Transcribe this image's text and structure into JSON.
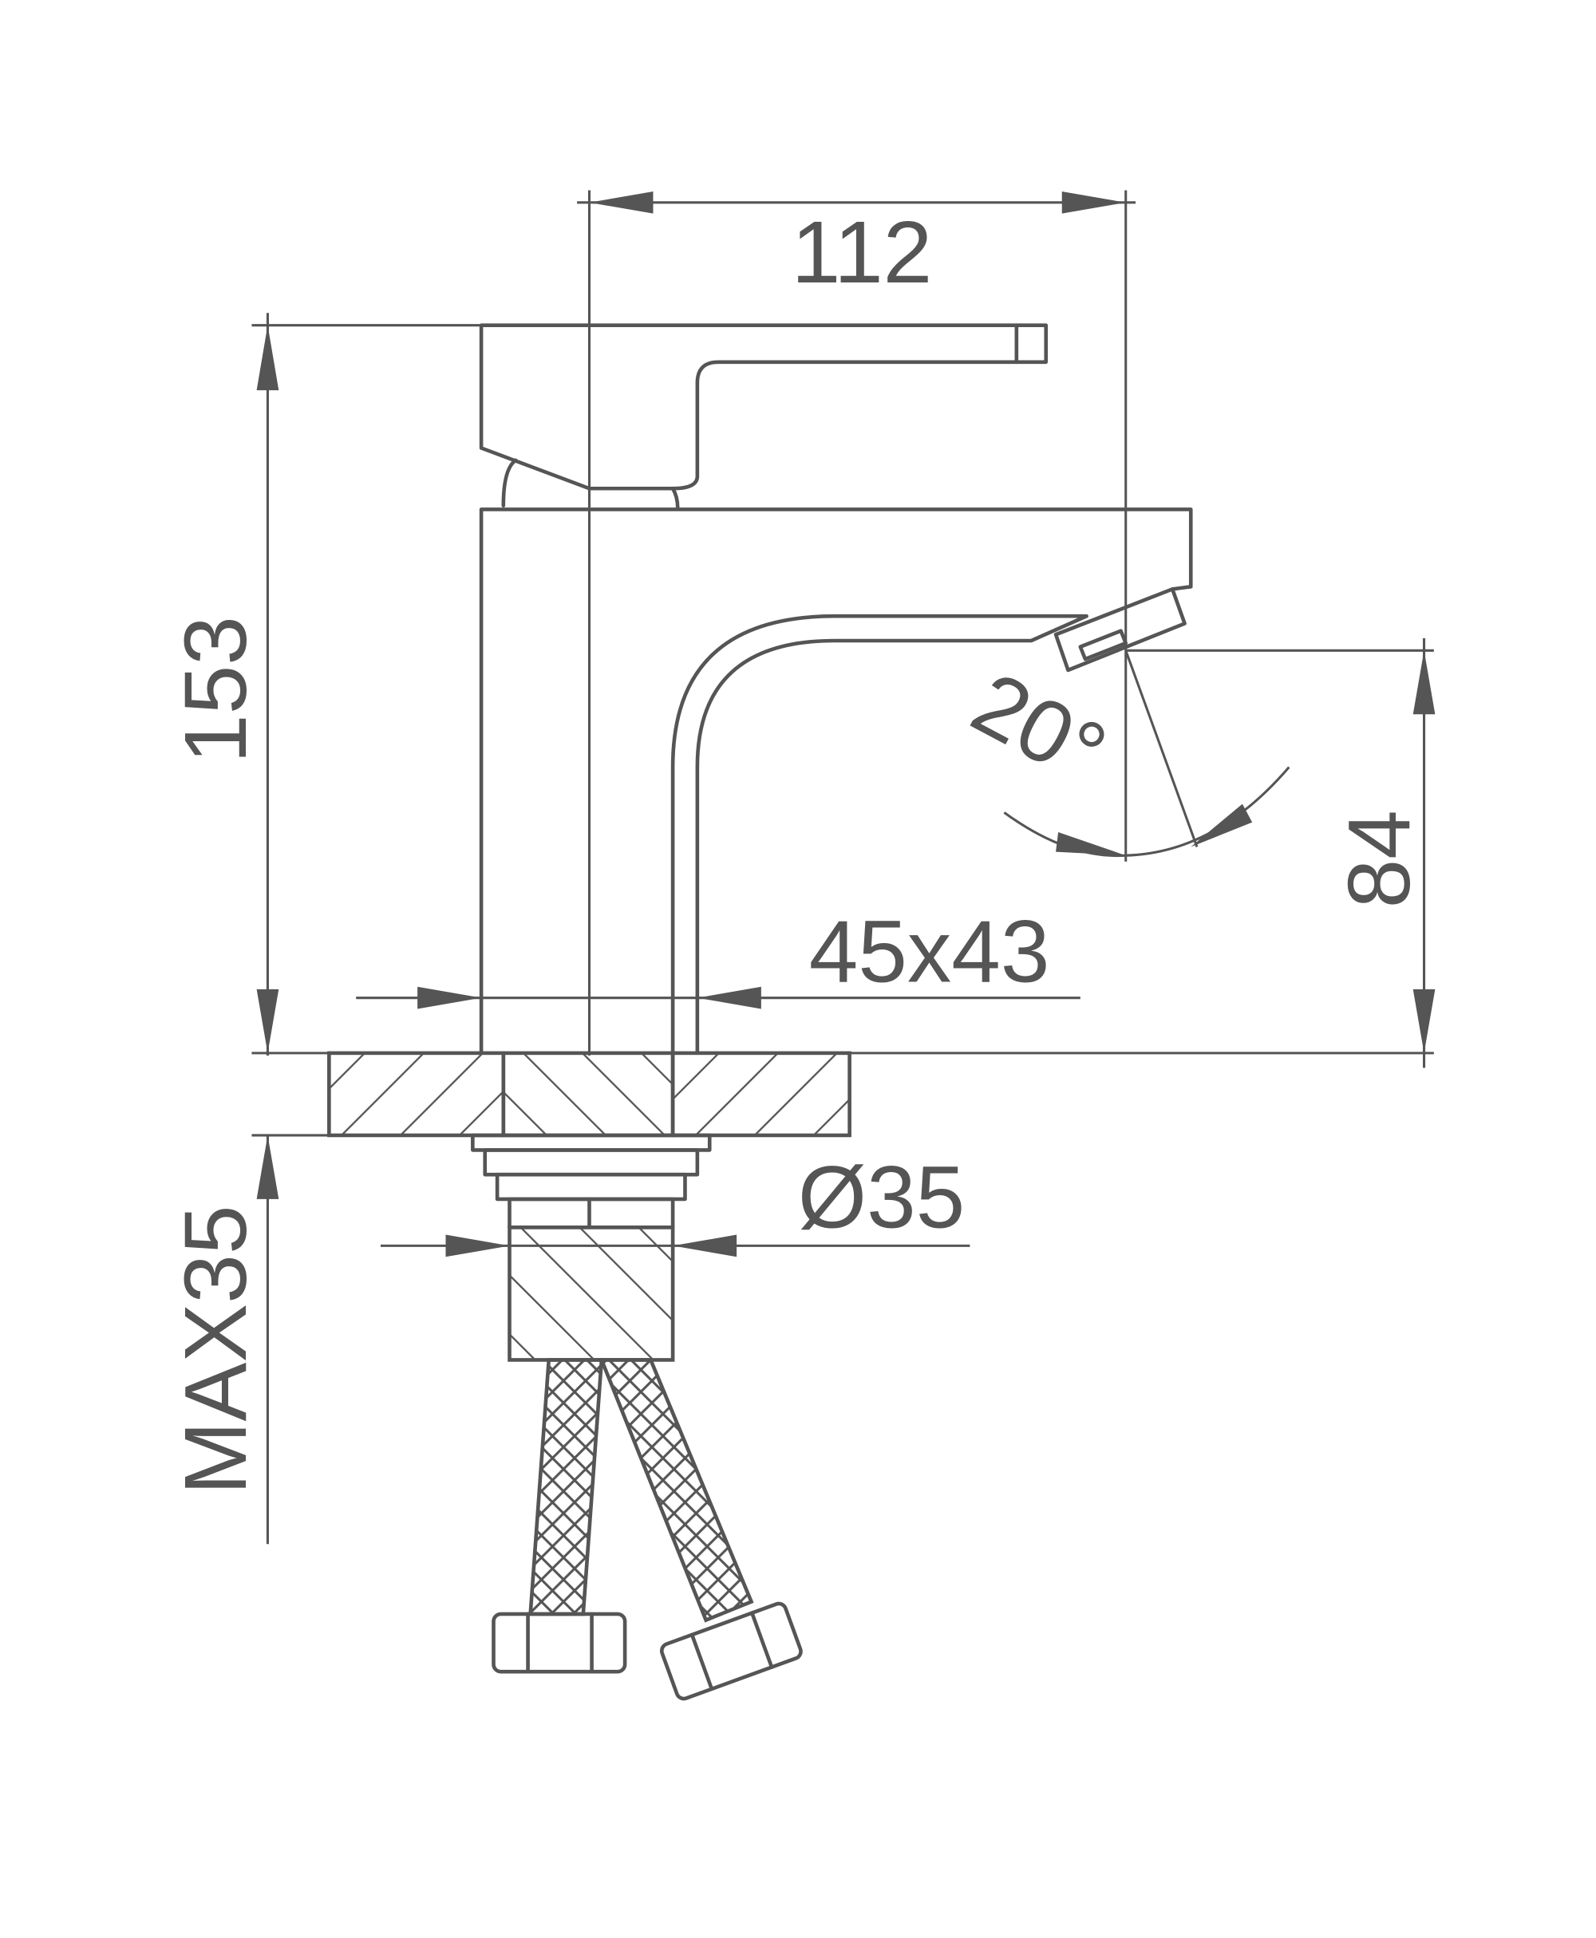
{
  "drawing": {
    "color": "#555555",
    "dimensions": {
      "overall_depth": "112",
      "overall_height": "153",
      "spout_height": "84",
      "base_size": "45x43",
      "shank_diameter": "Ø35",
      "max_counter_thickness": "MAX35",
      "spout_angle": "20°"
    }
  }
}
